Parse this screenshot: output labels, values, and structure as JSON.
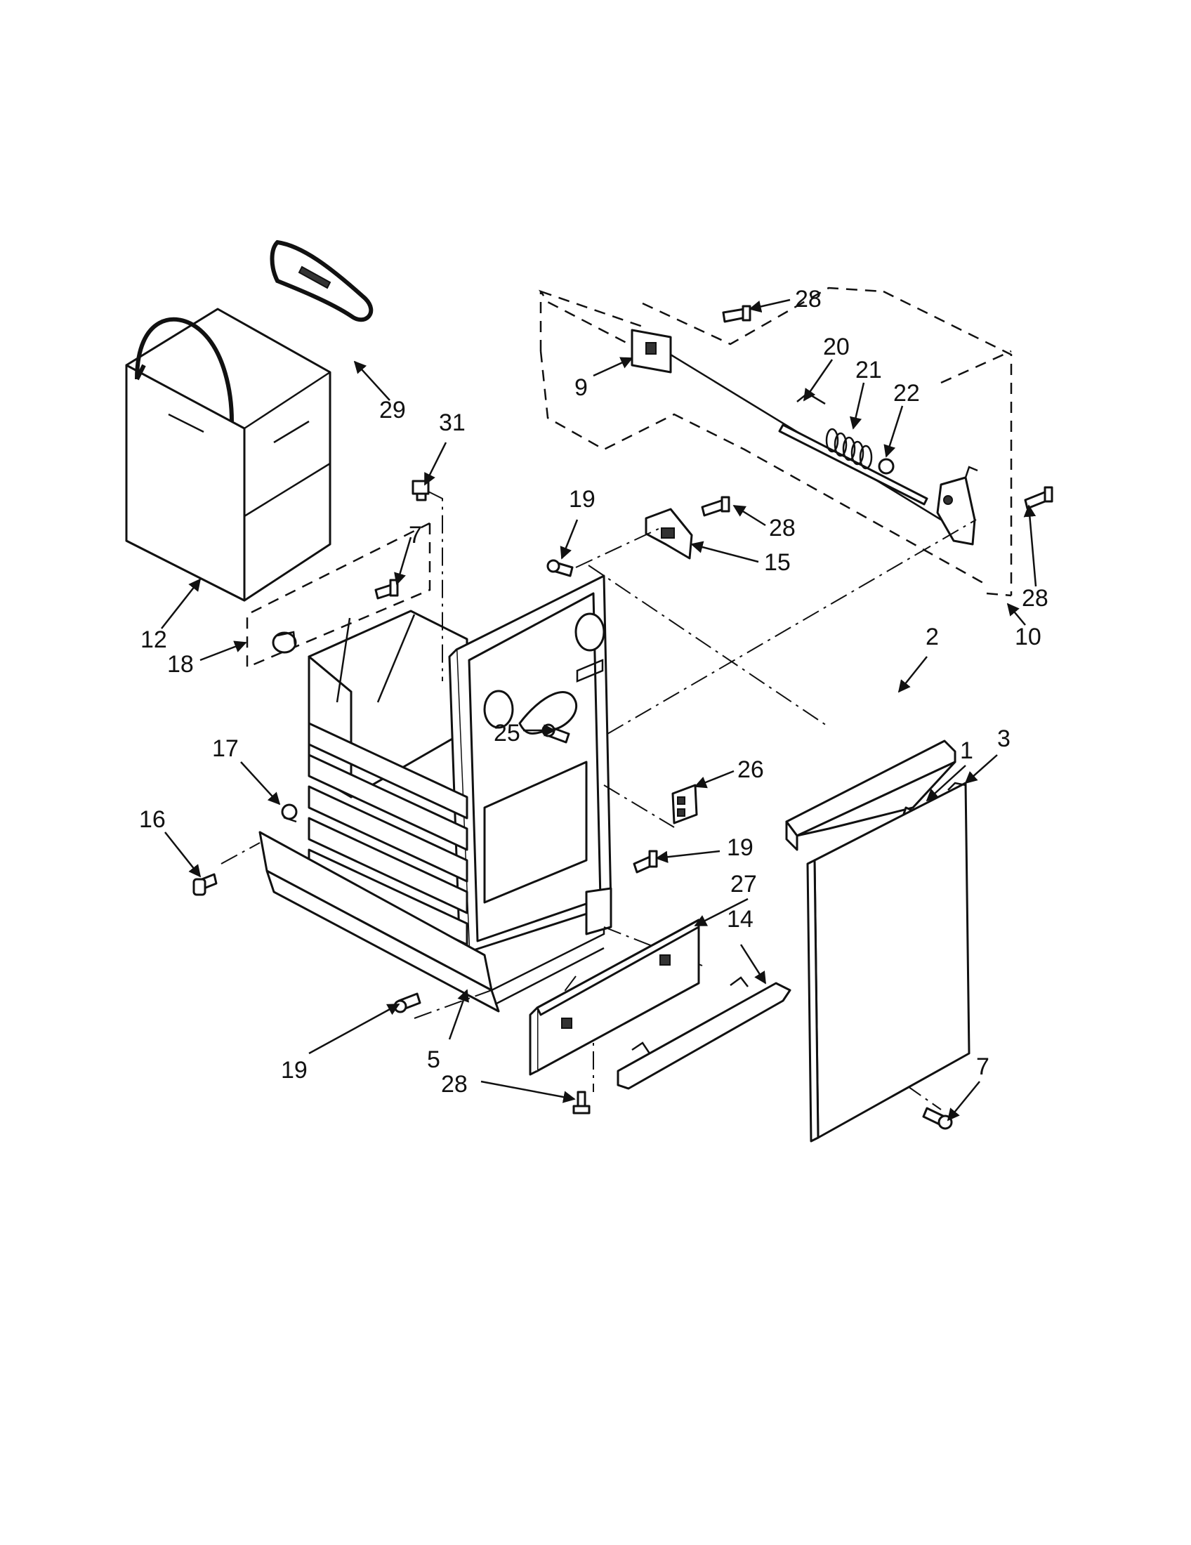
{
  "callouts": [
    {
      "key": "c28a",
      "text": "28"
    },
    {
      "key": "c20",
      "text": "20"
    },
    {
      "key": "c21",
      "text": "21"
    },
    {
      "key": "c22",
      "text": "22"
    },
    {
      "key": "c9",
      "text": "9"
    },
    {
      "key": "c29",
      "text": "29"
    },
    {
      "key": "c31",
      "text": "31"
    },
    {
      "key": "c19a",
      "text": "19"
    },
    {
      "key": "c28b",
      "text": "28"
    },
    {
      "key": "c15",
      "text": "15"
    },
    {
      "key": "c28c",
      "text": "28"
    },
    {
      "key": "c7a",
      "text": "7"
    },
    {
      "key": "c12",
      "text": "12"
    },
    {
      "key": "c18",
      "text": "18"
    },
    {
      "key": "c10",
      "text": "10"
    },
    {
      "key": "c2",
      "text": "2"
    },
    {
      "key": "c1",
      "text": "1"
    },
    {
      "key": "c3",
      "text": "3"
    },
    {
      "key": "c17",
      "text": "17"
    },
    {
      "key": "c25",
      "text": "25"
    },
    {
      "key": "c26",
      "text": "26"
    },
    {
      "key": "c16",
      "text": "16"
    },
    {
      "key": "c19b",
      "text": "19"
    },
    {
      "key": "c27",
      "text": "27"
    },
    {
      "key": "c14",
      "text": "14"
    },
    {
      "key": "c19c",
      "text": "19"
    },
    {
      "key": "c5",
      "text": "5"
    },
    {
      "key": "c28d",
      "text": "28"
    },
    {
      "key": "c7b",
      "text": "7"
    }
  ]
}
